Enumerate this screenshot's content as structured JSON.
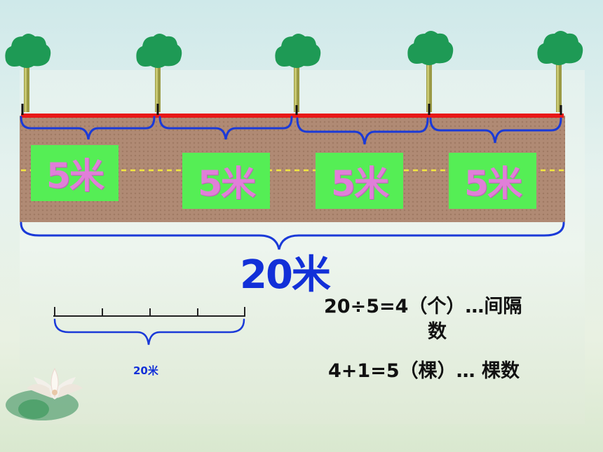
{
  "segments": [
    {
      "label": "5米"
    },
    {
      "label": "5米"
    },
    {
      "label": "5米"
    },
    {
      "label": "5米"
    }
  ],
  "total_label": "20米",
  "small_total_label": "20米",
  "formula1_line1": "20÷5=4（个）…间隔",
  "formula1_line2": "数",
  "formula2": "4+1=5（棵）… 棵数",
  "colors": {
    "road_line": "#e81818",
    "brace": "#1a3ad8",
    "box_fill": "#55ee55",
    "box_text": "#e07fd8",
    "soil": "#b08a74",
    "dash": "#f2e640"
  },
  "tree_count": 5,
  "interval_count": 4,
  "icons": [
    "tree-icon",
    "lotus-flower-icon"
  ]
}
